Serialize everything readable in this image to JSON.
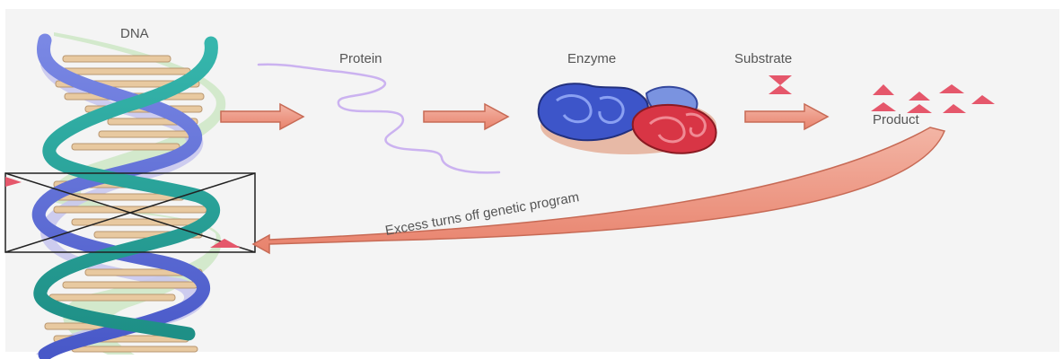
{
  "labels": {
    "dna": "DNA",
    "protein": "Protein",
    "enzyme": "Enzyme",
    "substrate": "Substrate",
    "product": "Product",
    "feedback": "Excess turns off genetic program"
  },
  "colors": {
    "page_background": "#ffffff",
    "scan_background": "#f4f4f4",
    "strand_blue": "#5b6cd6",
    "strand_teal": "#2aa39a",
    "groove_green": "#cfe8c8",
    "groove_lilac": "#c9c8ee",
    "base_pair": "#e8c9a0",
    "arrow_fill": "#ef9a86",
    "protein_line": "#cbb2f0",
    "enzyme_blue": "#3d55c9",
    "enzyme_red": "#d83545",
    "product_red": "#e5576b",
    "box_line": "#222222",
    "label_gray": "#555555"
  },
  "icons": {
    "dna": "dna-double-helix-icon",
    "protein": "protein-chain-icon",
    "enzyme": "enzyme-blob-icon",
    "substrate": "substrate-hourglass-icon",
    "product": "product-triangles-icon",
    "flow": "right-arrow-icon",
    "feedback": "curved-feedback-arrow-icon"
  }
}
